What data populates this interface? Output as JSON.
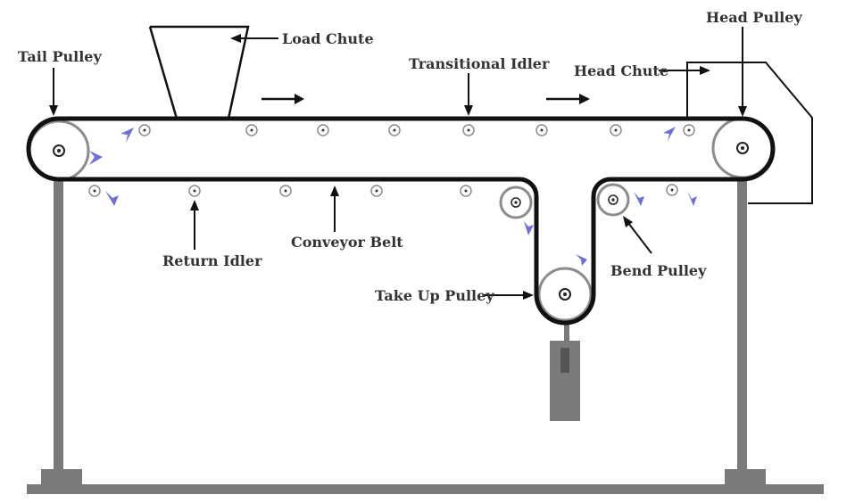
{
  "labels": {
    "tail_pulley": "Tail Pulley",
    "load_chute": "Load Chute",
    "transitional_idler": "Transitional Idler",
    "head_chute": "Head Chute",
    "head_pulley": "Head Pulley",
    "return_idler": "Return Idler",
    "conveyor_belt": "Conveyor Belt",
    "take_up_pulley": "Take Up Pulley",
    "bend_pulley": "Bend Pulley"
  },
  "colors": {
    "belt": "#111111",
    "frame": "#7a7a7a",
    "pulley_ring": "#8c8c8c",
    "direction_marker": "#6f6fd6",
    "text": "#333333"
  }
}
